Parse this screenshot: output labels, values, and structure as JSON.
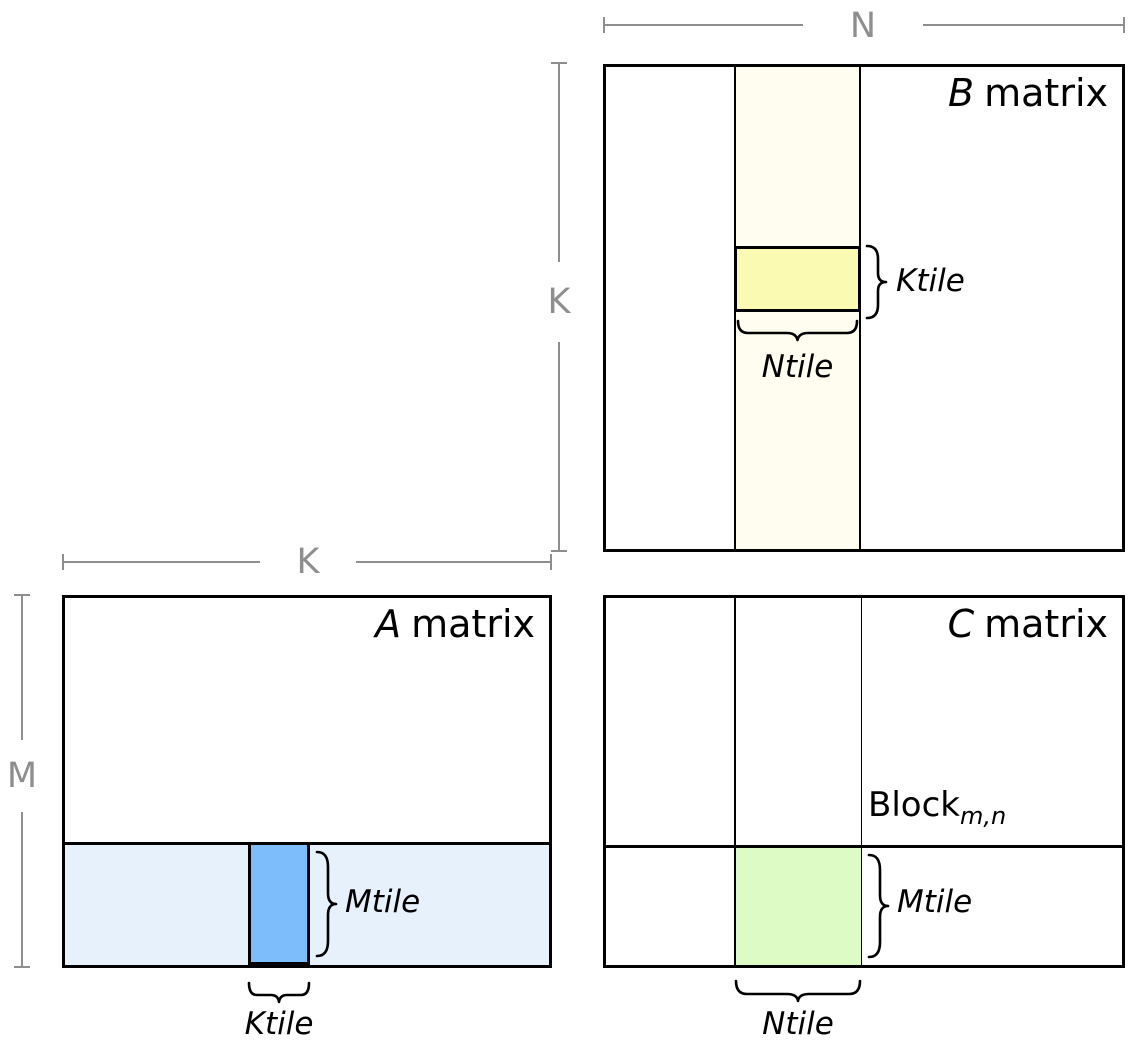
{
  "colors": {
    "line_black": "#000000",
    "dimension_gray": "#8e8e8e",
    "b_strip_fill": "#fffdf0",
    "b_tile_fill": "#fbfab2",
    "a_strip_fill": "#e7f1fc",
    "a_tile_fill": "#7ebdfb",
    "c_tile_fill": "#ddfbc5"
  },
  "b_matrix": {
    "title_letter": "B",
    "title_word": "matrix",
    "dim_top_label": "N",
    "dim_left_label": "K",
    "ktile_label": "Ktile",
    "ntile_label": "Ntile"
  },
  "a_matrix": {
    "title_letter": "A",
    "title_word": "matrix",
    "dim_top_label": "K",
    "dim_left_label": "M",
    "mtile_label": "Mtile",
    "ktile_label": "Ktile"
  },
  "c_matrix": {
    "title_letter": "C",
    "title_word": "matrix",
    "block_label": "Block",
    "block_subscript": "m,n",
    "mtile_label": "Mtile",
    "ntile_label": "Ntile"
  }
}
